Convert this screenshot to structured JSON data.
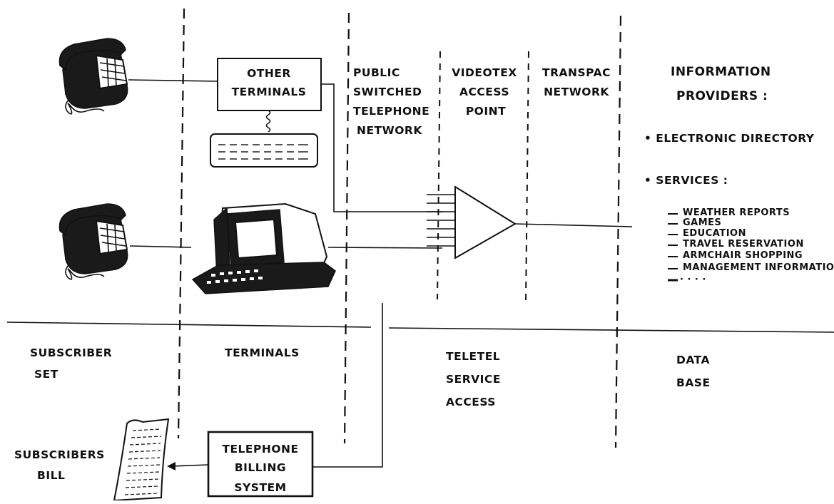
{
  "diagram": {
    "blocks": {
      "other_terminals": [
        "OTHER",
        "TERMINALS"
      ],
      "telephone_billing": [
        "TELEPHONE",
        "BILLING",
        "SYSTEM"
      ]
    },
    "columns": {
      "pstn": [
        "PUBLIC",
        "SWITCHED",
        "TELEPHONE",
        "NETWORK"
      ],
      "videotex": [
        "VIDEOTEX",
        "ACCESS",
        "POINT"
      ],
      "transpac": [
        "TRANSPAC",
        "NETWORK"
      ]
    },
    "providers": {
      "heading": [
        "INFORMATION",
        "PROVIDERS :"
      ],
      "bullets": [
        "• ELECTRONIC DIRECTORY",
        "• SERVICES :"
      ],
      "services": [
        "WEATHER REPORTS",
        "GAMES",
        "EDUCATION",
        "TRAVEL RESERVATION",
        "ARMCHAIR SHOPPING",
        "MANAGEMENT INFORMATION",
        "· · · ·"
      ]
    },
    "sections": {
      "subscriber": [
        "SUBSCRIBER",
        "SET"
      ],
      "terminals": "TERMINALS",
      "teletel": [
        "TELETEL",
        "SERVICE",
        "ACCESS"
      ],
      "database": [
        "DATA",
        "BASE"
      ]
    },
    "bill": [
      "SUBSCRIBERS",
      "BILL"
    ]
  }
}
